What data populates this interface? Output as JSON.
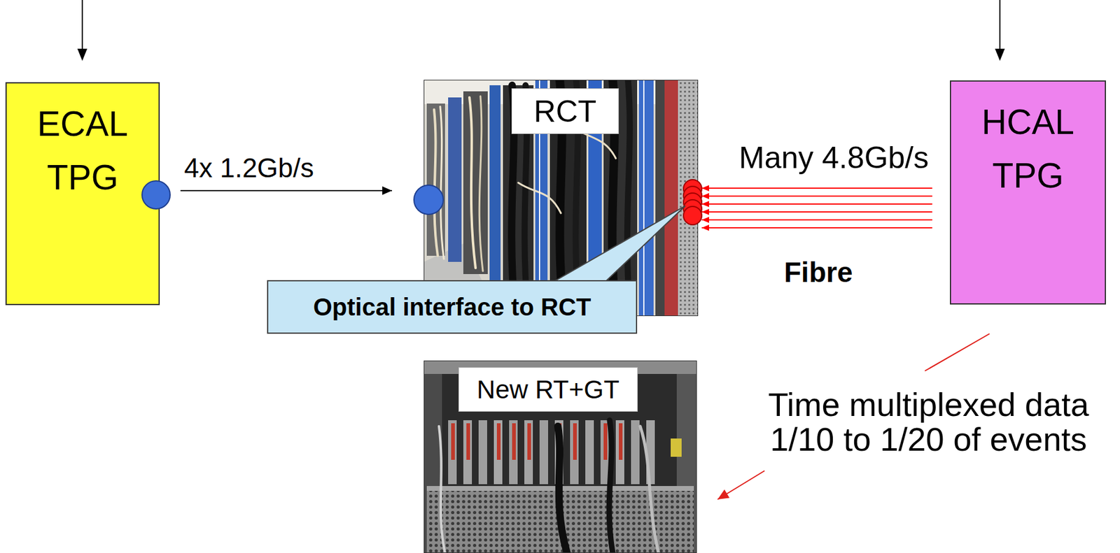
{
  "diagram": {
    "nodes": [
      {
        "text": [
          "ECAL TPG"
        ]
      },
      {
        "text": [
          "RCT"
        ]
      },
      {
        "text": [
          "HCAL TPG"
        ]
      },
      {
        "text": [
          "Optical interface to RCT"
        ]
      },
      {
        "text": [
          "New RT+GT"
        ]
      }
    ],
    "edges": [
      {
        "from": 0,
        "to": 1,
        "arrow": "to",
        "label": "4x 1.2Gb/s"
      },
      {
        "from": 2,
        "to": 1,
        "arrow": "to",
        "label": "Many 4.8Gb/s"
      },
      {
        "from": 2,
        "to": 4,
        "arrow": "to",
        "label": "Time multiplexed data 1/10 to 1/20 of events"
      }
    ],
    "labels": [
      "Fibre"
    ]
  }
}
